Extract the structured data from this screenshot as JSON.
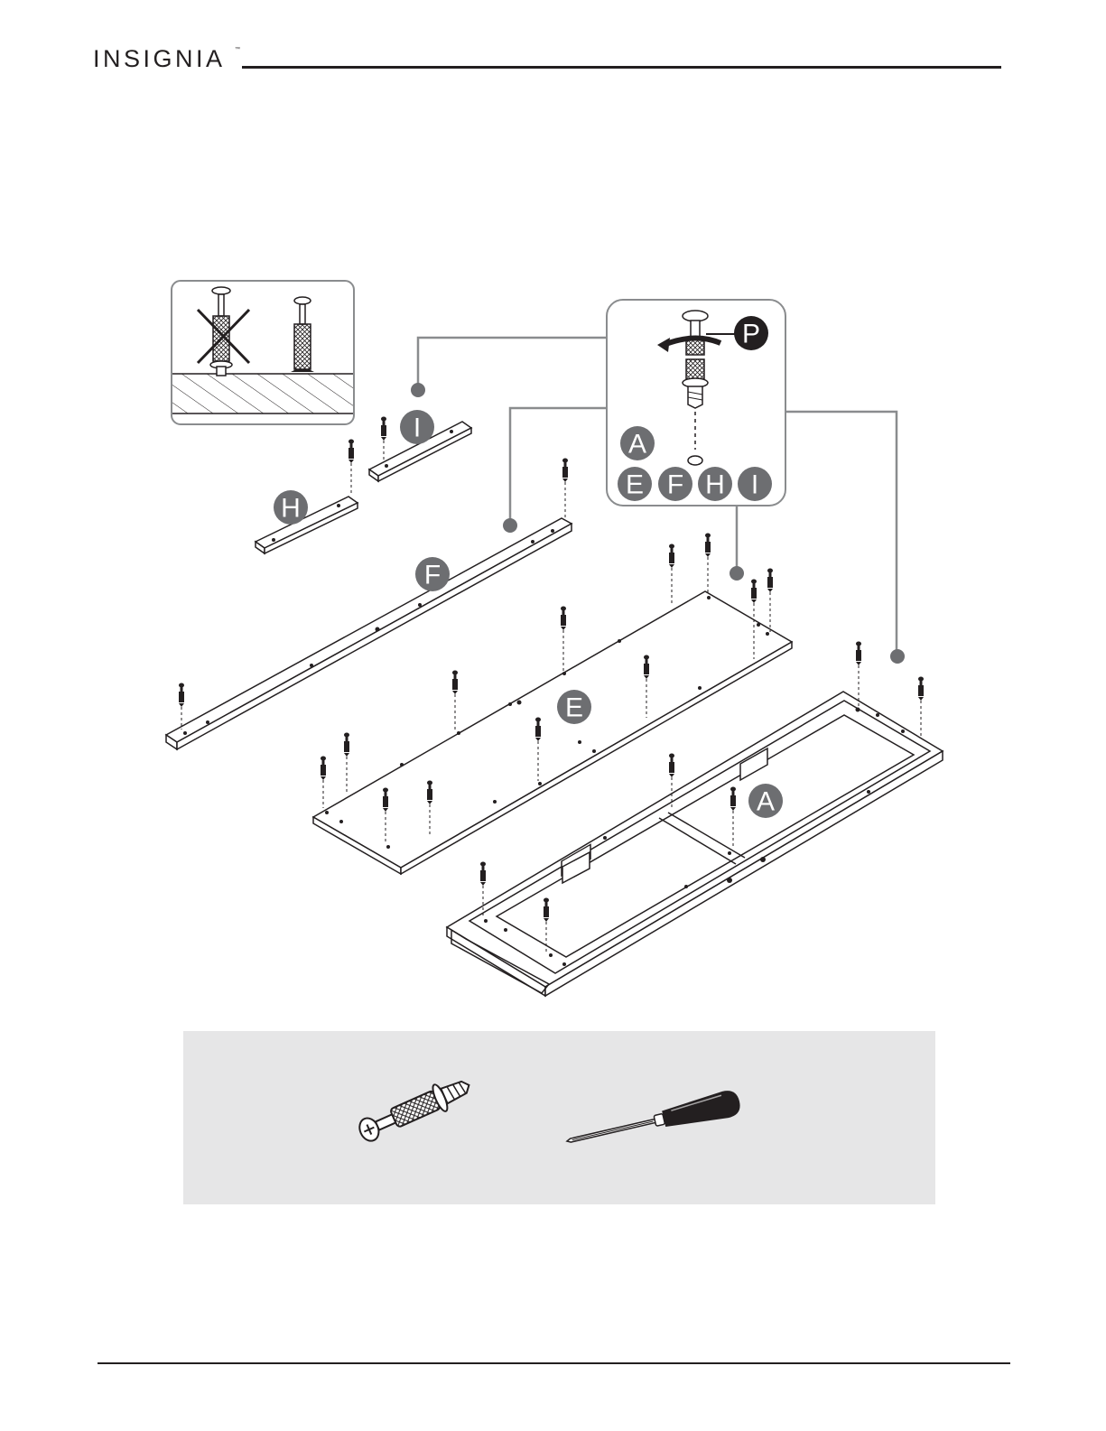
{
  "header": {
    "brand": "INSIGNIA",
    "trademark": "™"
  },
  "part_labels": {
    "cam_bolt": "P",
    "frame": "A",
    "panel_e": "E",
    "panel_f": "F",
    "panel_h": "H",
    "panel_i": "I"
  },
  "inset_parts": [
    "E",
    "F",
    "H",
    "I"
  ],
  "tools": [
    {
      "icon": "cam-bolt-icon"
    },
    {
      "icon": "screwdriver-icon"
    }
  ],
  "colors": {
    "callout": "#6d6e71",
    "callout_dark": "#231f20",
    "tool_bg": "#e6e6e7",
    "line": "#231f20"
  }
}
